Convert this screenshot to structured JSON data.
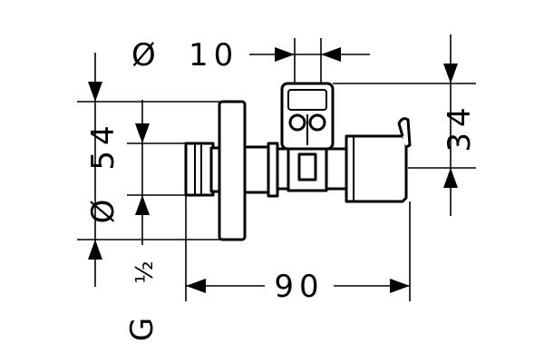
{
  "dimensions": {
    "spindle_diameter": {
      "symbol": "Ø",
      "value": "10"
    },
    "height": {
      "value": "34"
    },
    "flange_diameter": {
      "symbol": "Ø",
      "value": "54"
    },
    "thread": {
      "prefix": "G",
      "value": "½"
    },
    "length": {
      "value": "90"
    }
  },
  "colors": {
    "line": "#000000",
    "background": "#ffffff"
  }
}
